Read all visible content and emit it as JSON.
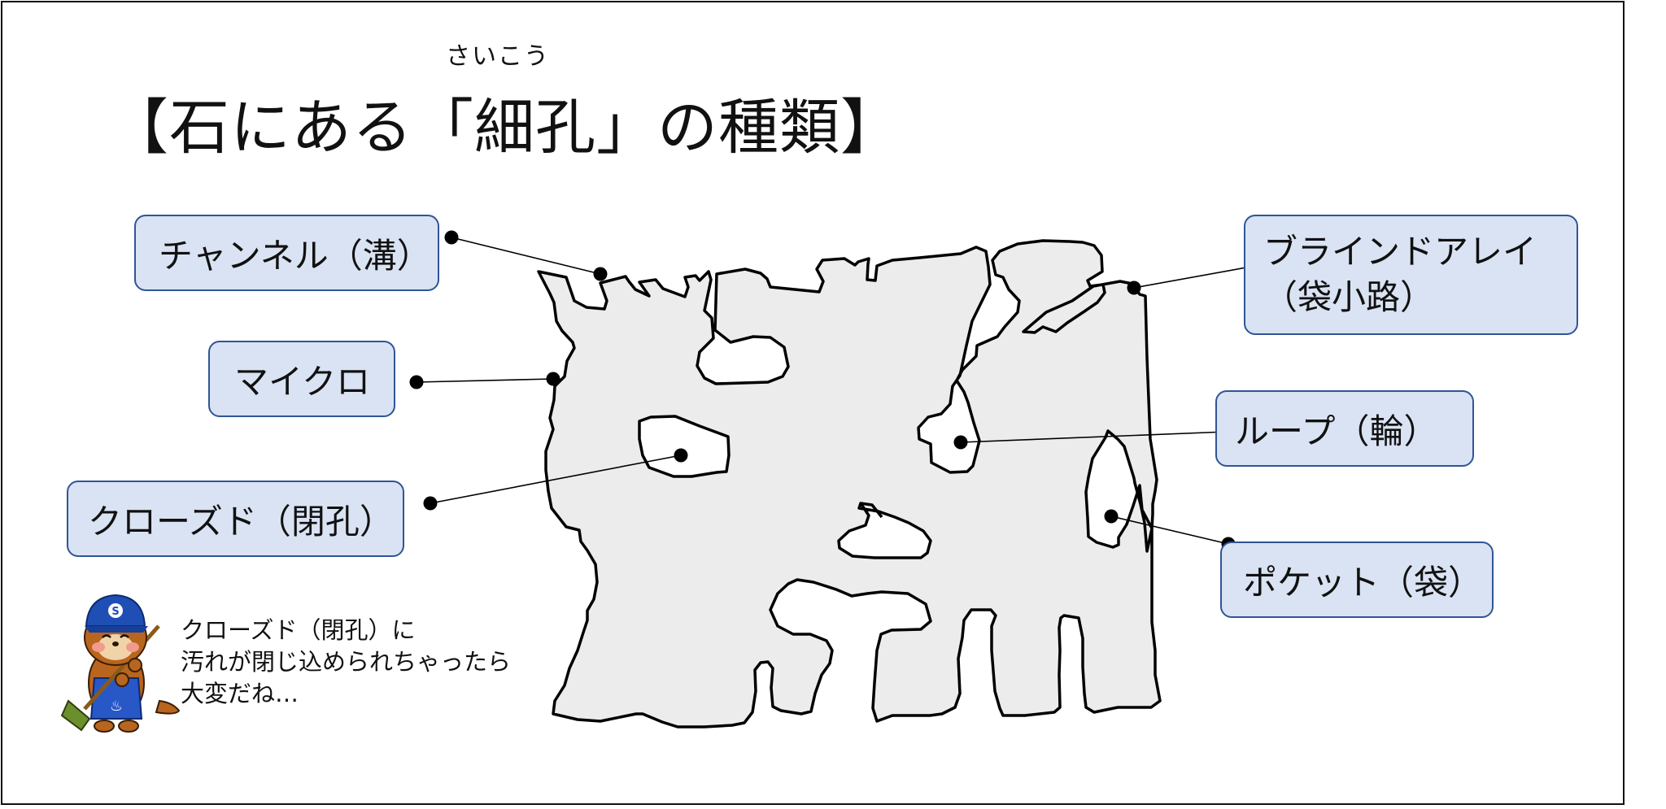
{
  "slide": {
    "title_ruby": "さいこう",
    "title": "【石にある「細孔」の種類】",
    "labels": {
      "channel": "チャンネル（溝）",
      "micro": "マイクロ",
      "closed": "クローズド（閉孔）",
      "blind": "ブラインドアレイ\n（袋小路）",
      "loop": "ループ（輪）",
      "pocket": "ポケット（袋）"
    },
    "mascot": {
      "speech": "クローズド（閉孔）に\n汚れが閉じ込められちゃったら\n大変だね…",
      "cap_letter": "S"
    },
    "colors": {
      "label_fill": "#dae3f3",
      "label_border": "#2f5597",
      "stone_fill": "#ececec",
      "mascot_cap": "#1f4fb5",
      "mascot_fur": "#b8651f"
    }
  }
}
